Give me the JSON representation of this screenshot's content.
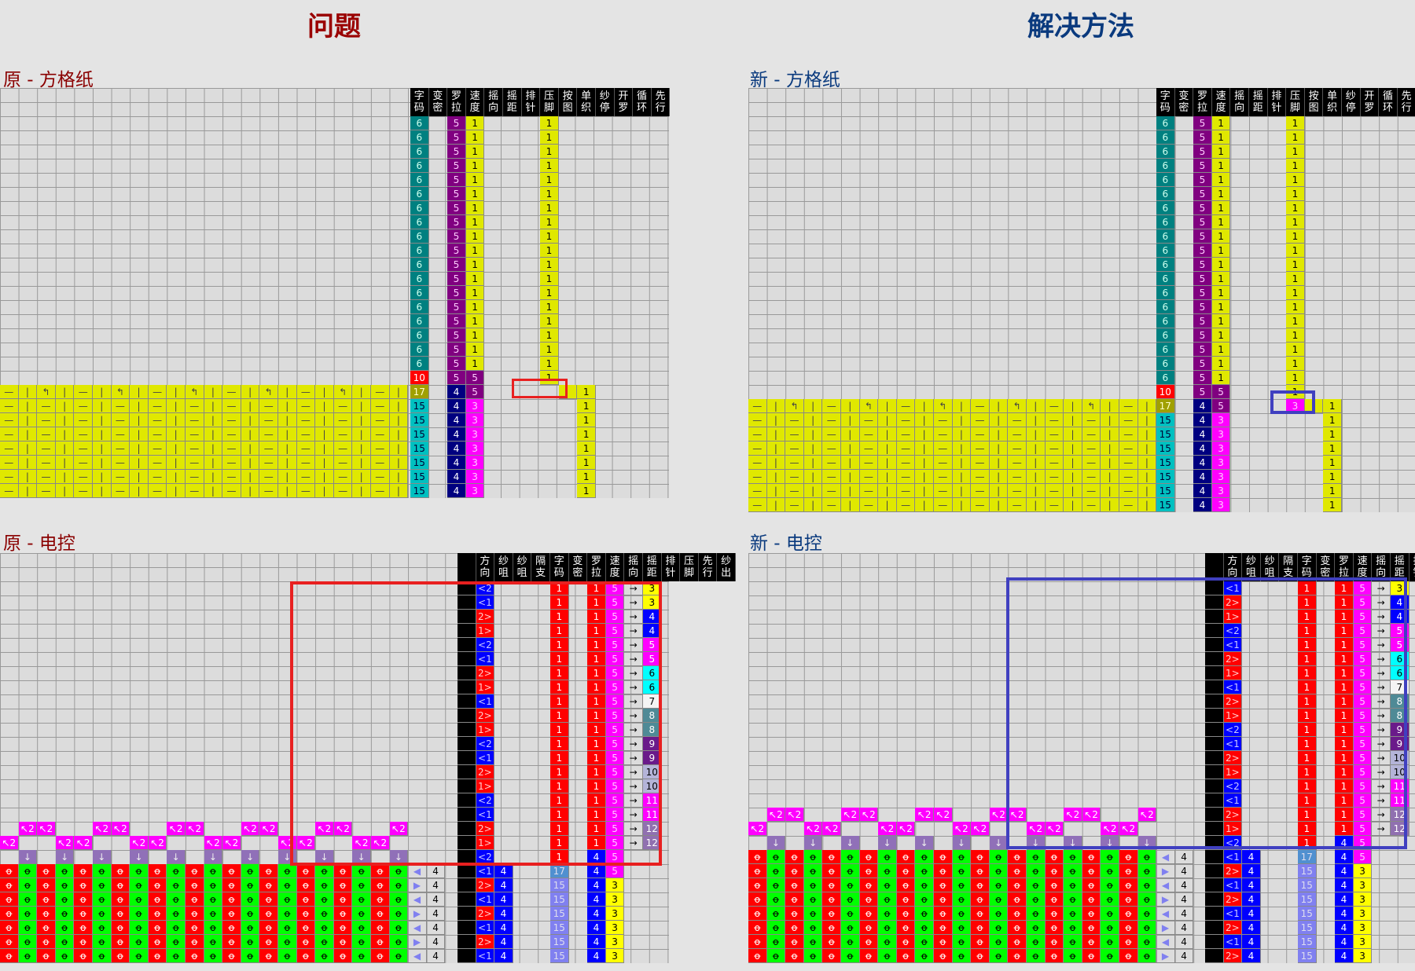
{
  "titles": {
    "problem": "问题",
    "solution": "解决方法"
  },
  "sections": {
    "orig_grid": "原 - 方格纸",
    "new_grid": "新 - 方格纸",
    "orig_ec": "原 - 电控",
    "new_ec": "新 - 电控"
  },
  "grid_headers": [
    [
      "字",
      "码"
    ],
    [
      "变",
      "密"
    ],
    [
      "罗",
      "拉"
    ],
    [
      "速",
      "度"
    ],
    [
      "摇",
      "向"
    ],
    [
      "摇",
      "距"
    ],
    [
      "排",
      "针"
    ],
    [
      "压",
      "脚"
    ],
    [
      "按",
      "图"
    ],
    [
      "单",
      "织"
    ],
    [
      "纱",
      "停"
    ],
    [
      "开",
      "罗"
    ],
    [
      "循",
      "环"
    ],
    [
      "先",
      "行"
    ]
  ],
  "ec_headers": [
    [
      "",
      ""
    ],
    [
      "方",
      "向"
    ],
    [
      "纱",
      "咀"
    ],
    [
      "纱",
      "咀"
    ],
    [
      "隔",
      "支"
    ],
    [
      "字",
      "码"
    ],
    [
      "变",
      "密"
    ],
    [
      "罗",
      "拉"
    ],
    [
      "速",
      "度"
    ],
    [
      "摇",
      "向"
    ],
    [
      "摇",
      "距"
    ],
    [
      "排",
      "针"
    ],
    [
      "压",
      "脚"
    ],
    [
      "先",
      "行"
    ],
    [
      "纱",
      "出"
    ]
  ],
  "orig_grid": {
    "rows_6": 18,
    "row_10": {
      "zima": "10",
      "luola": "5",
      "sudu": "5",
      "yajiao": "1"
    },
    "row_17": {
      "zima": "17",
      "luola": "4",
      "sudu": "5",
      "danzhi": "1"
    },
    "rows_15": 7,
    "row_15": {
      "zima": "15",
      "luola": "4",
      "sudu": "3",
      "danzhi": "1"
    },
    "row_6": {
      "zima": "6",
      "luola": "5",
      "sudu": "1",
      "yajiao": "1"
    }
  },
  "new_grid": {
    "rows_6": 19,
    "row_17": {
      "zima": "17",
      "luola": "4",
      "sudu": "5",
      "yajiao": "3",
      "danzhi": "1"
    }
  },
  "orig_ec": {
    "directions": [
      "<2",
      "<1",
      "2>",
      "1>",
      "<2",
      "<1",
      "2>",
      "1>",
      "<1",
      "2>",
      "1>",
      "<2",
      "<1",
      "2>",
      "1>",
      "<2",
      "<1",
      "2>",
      "1>",
      "<2"
    ],
    "yaoju": [
      "3",
      "3",
      "4",
      "4",
      "5",
      "5",
      "6",
      "6",
      "7",
      "8",
      "8",
      "9",
      "9",
      "10",
      "10",
      "11",
      "11",
      "12",
      "12",
      ""
    ],
    "zima": "1",
    "luola": "1",
    "sudu": "5",
    "last_luola": "4",
    "bottom_dirs": [
      "<1",
      "2>",
      "<1",
      "2>",
      "<1",
      "2>",
      "<1"
    ],
    "bottom_zima": [
      "17",
      "15",
      "15",
      "15",
      "15",
      "15",
      "15"
    ],
    "bottom_sudu": [
      "5",
      "3",
      "3",
      "3",
      "3",
      "3",
      "3"
    ],
    "bottom_shazui": "4",
    "bottom_luola": "4",
    "side_value": "4"
  },
  "new_ec": {
    "directions": [
      "<1",
      "2>",
      "1>",
      "<2",
      "<1",
      "2>",
      "1>",
      "<1",
      "2>",
      "1>",
      "<2",
      "<1",
      "2>",
      "1>",
      "<2",
      "<1",
      "2>",
      "1>",
      "<2"
    ],
    "yaoju": [
      "3",
      "4",
      "4",
      "5",
      "5",
      "6",
      "6",
      "7",
      "8",
      "8",
      "9",
      "9",
      "10",
      "10",
      "11",
      "11",
      "12",
      "12",
      ""
    ],
    "yajiao": "1",
    "bottom_dirs": [
      "<1",
      "2>",
      "<1",
      "2>",
      "<1",
      "2>",
      "<1",
      "2>"
    ],
    "bottom_zima": [
      "17",
      "15",
      "15",
      "15",
      "15",
      "15",
      "15",
      "15"
    ],
    "bottom_sudu": [
      "5",
      "3",
      "3",
      "3",
      "3",
      "3",
      "3",
      "3"
    ]
  },
  "symbols": {
    "tuck_mark": "↖2",
    "down_arrow": "↓",
    "arrow_right": "→"
  },
  "colors": {
    "teal": "#008080",
    "purple": "#800080",
    "yellow": "#e0e800",
    "red": "#ff0000",
    "olive": "#a0a000",
    "cyan": "#00c0c0",
    "navy": "#000080",
    "magenta": "#ff00ff",
    "blue": "#0000ff",
    "green": "#00ff00",
    "highlight_red": "#e82020",
    "highlight_blue": "#4040c0"
  }
}
